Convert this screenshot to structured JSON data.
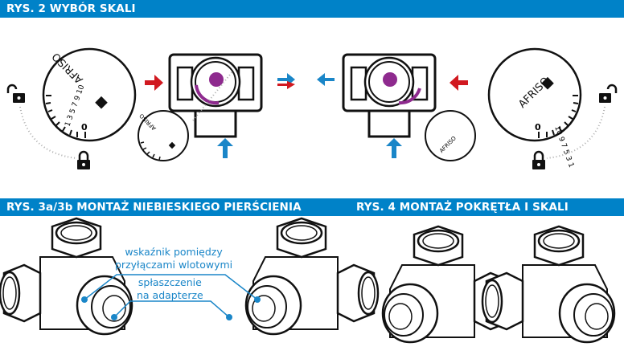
{
  "fig2": {
    "title": "RYS. 2 WYBÓR SKALI",
    "brand": "AFRISO",
    "scale_left": [
      "0",
      "1",
      "3",
      "5",
      "7",
      "9",
      "10"
    ],
    "scale_right": [
      "10",
      "9",
      "7",
      "5",
      "3",
      "1",
      "0"
    ]
  },
  "fig3": {
    "title": "RYS. 3a/3b MONTAŻ NIEBIESKIEGO PIERŚCIENIA",
    "label_indicator_line1": "wskaźnik pomiędzy",
    "label_indicator_line2": "przyłączami wlotowymi",
    "label_flat_line1": "spłaszczenie",
    "label_flat_line2": "na adapterze"
  },
  "fig4": {
    "title": "RYS. 4 MONTAŻ POKRĘTŁA I SKALI"
  },
  "colors": {
    "blue": "#0082c8",
    "red": "#d11920",
    "purple": "#8e2a8e",
    "arrow_blue": "#1a86c8"
  }
}
